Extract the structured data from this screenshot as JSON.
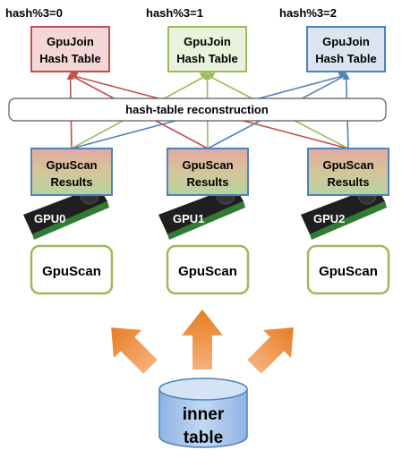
{
  "colors": {
    "red": "#c0504d",
    "green": "#9bbb59",
    "blue": "#4f81bd",
    "orange": "#f79646",
    "cylinder_fill": "#a9c5ea",
    "cylinder_stroke": "#4f81bd",
    "gpu_dark": "#1f1f1f",
    "gpu_board": "#2e7d32"
  },
  "hash_labels": [
    "hash%3=0",
    "hash%3=1",
    "hash%3=2"
  ],
  "hash_tables": [
    {
      "line1": "GpuJoin",
      "line2": "Hash Table",
      "color_key": "red",
      "fill": "#f2d7d6"
    },
    {
      "line1": "GpuJoin",
      "line2": "Hash Table",
      "color_key": "green",
      "fill": "#eaf1dd"
    },
    {
      "line1": "GpuJoin",
      "line2": "Hash Table",
      "color_key": "blue",
      "fill": "#dbe5f1"
    }
  ],
  "reconstruction_label": "hash-table reconstruction",
  "scan_results": [
    {
      "line1": "GpuScan",
      "line2": "Results"
    },
    {
      "line1": "GpuScan",
      "line2": "Results"
    },
    {
      "line1": "GpuScan",
      "line2": "Results"
    }
  ],
  "gpus": [
    {
      "label": "GPU0",
      "icon": "gpu-card-icon"
    },
    {
      "label": "GPU1",
      "icon": "gpu-card-icon"
    },
    {
      "label": "GPU2",
      "icon": "gpu-card-icon"
    }
  ],
  "gpuscan_boxes": [
    {
      "label": "GpuScan"
    },
    {
      "label": "GpuScan"
    },
    {
      "label": "GpuScan"
    }
  ],
  "arrows": [
    {
      "icon": "arrow-up-left-icon"
    },
    {
      "icon": "arrow-up-icon"
    },
    {
      "icon": "arrow-up-right-icon"
    }
  ],
  "inner_table": {
    "line1": "inner",
    "line2": "table",
    "icon": "database-cylinder-icon"
  }
}
